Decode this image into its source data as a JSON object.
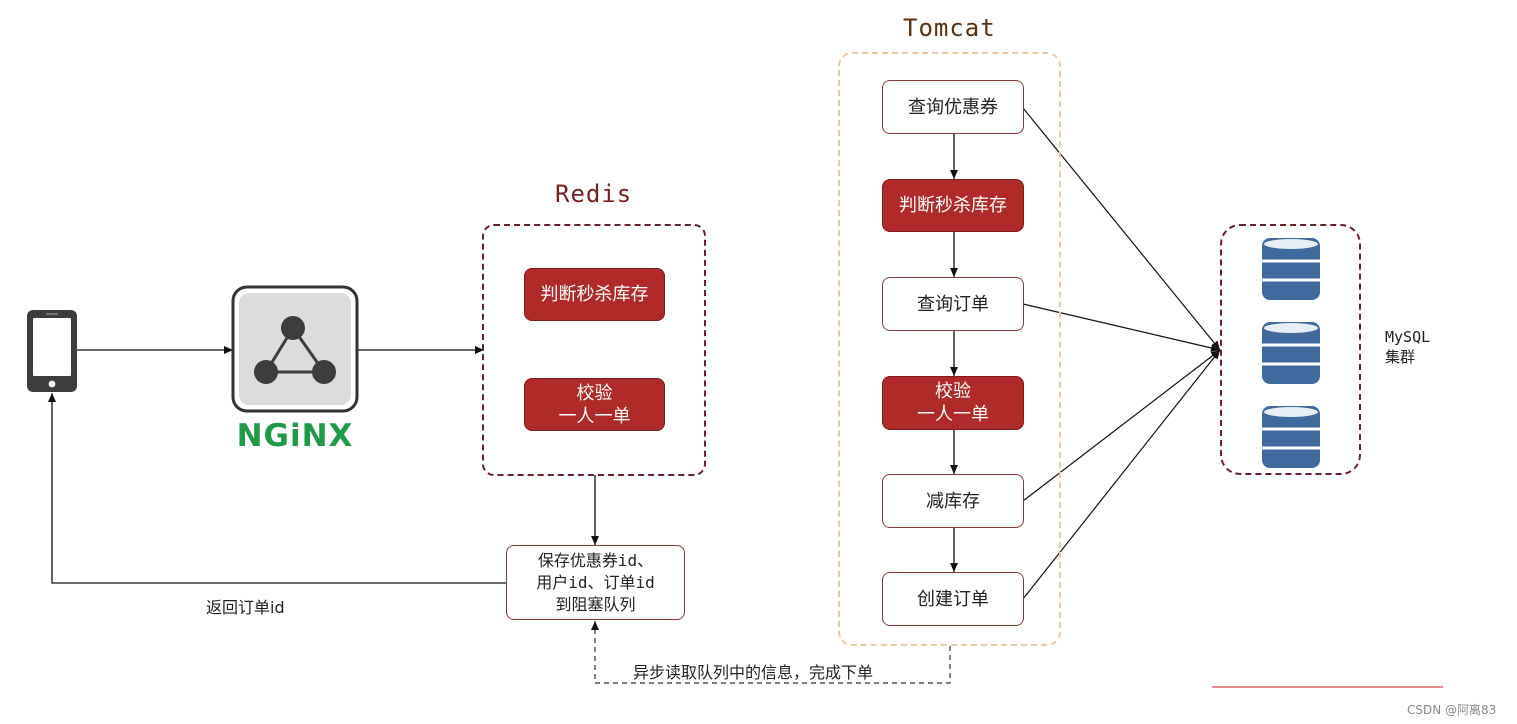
{
  "nginx": {
    "logo_text": "NGiNX"
  },
  "redis": {
    "title": "Redis",
    "steps": [
      "判断秒杀库存",
      "校验\n一人一单"
    ]
  },
  "queue_box": {
    "text": "保存优惠券id、\n用户id、订单id\n到阻塞队列"
  },
  "return_label": "返回订单id",
  "async_label": "异步读取队列中的信息，完成下单",
  "tomcat": {
    "title": "Tomcat",
    "steps": [
      "查询优惠券",
      "判断秒杀库存",
      "查询订单",
      "校验\n一人一单",
      "减库存",
      "创建订单"
    ]
  },
  "mysql": {
    "label_line1": "MySQL",
    "label_line2": "集群"
  },
  "watermark": "CSDN @阿离83",
  "colors": {
    "dark_red": "#b02a2a",
    "cluster_border": "#6b1f2a",
    "tomcat_border": "#e8c9a5",
    "nginx_green": "#1f9a48",
    "db_blue": "#3f6a9e"
  }
}
